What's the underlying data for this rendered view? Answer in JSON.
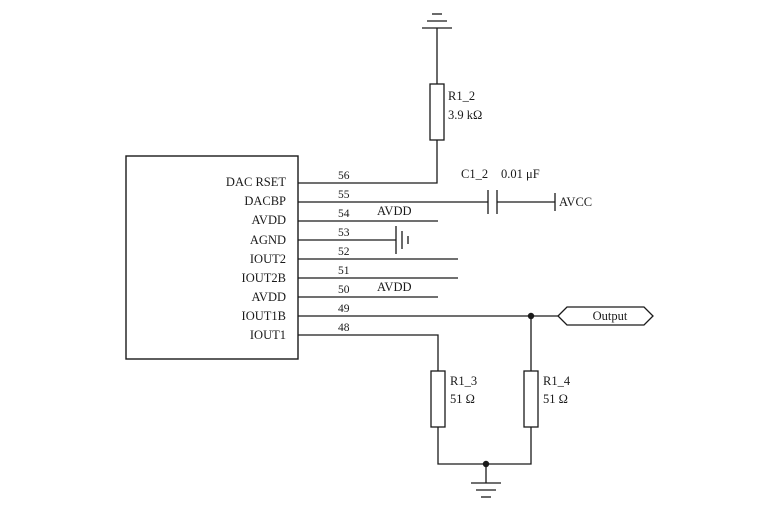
{
  "chip": {
    "pins": [
      {
        "name": "DAC RSET",
        "number": "56"
      },
      {
        "name": "DACBP",
        "number": "55"
      },
      {
        "name": "AVDD",
        "number": "54"
      },
      {
        "name": "AGND",
        "number": "53"
      },
      {
        "name": "IOUT2",
        "number": "52"
      },
      {
        "name": "IOUT2B",
        "number": "51"
      },
      {
        "name": "AVDD",
        "number": "50"
      },
      {
        "name": "IOUT1B",
        "number": "49"
      },
      {
        "name": "IOUT1",
        "number": "48"
      }
    ]
  },
  "nets": {
    "avdd_54": "AVDD",
    "avdd_50": "AVDD",
    "avcc": "AVCC",
    "output": "Output"
  },
  "components": {
    "r1_2": {
      "ref": "R1_2",
      "value": "3.9 kΩ"
    },
    "c1_2": {
      "ref": "C1_2",
      "value": "0.01 μF"
    },
    "r1_3": {
      "ref": "R1_3",
      "value": "51 Ω"
    },
    "r1_4": {
      "ref": "R1_4",
      "value": "51 Ω"
    }
  }
}
